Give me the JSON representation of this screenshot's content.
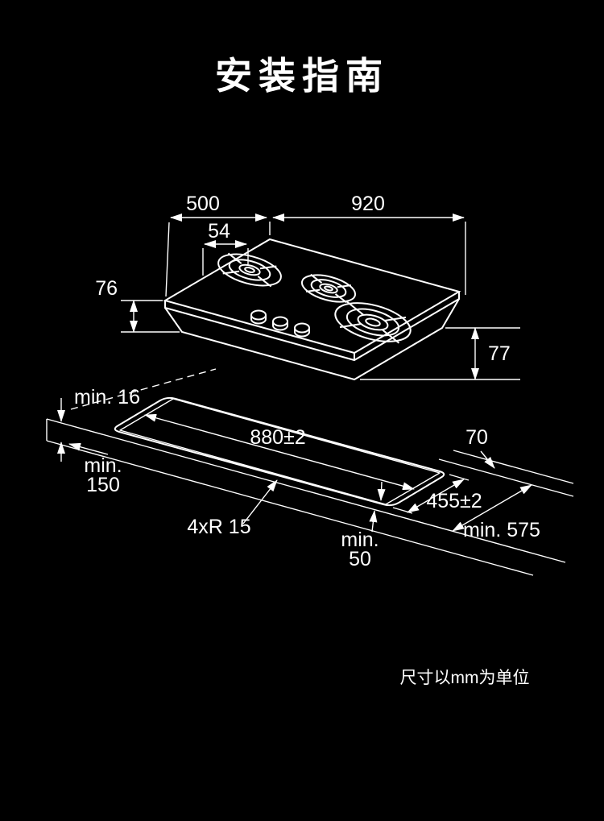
{
  "page": {
    "title": "安装指南",
    "unit_note": "尺寸以mm为单位",
    "background_color": "#000000",
    "line_color": "#ffffff"
  },
  "diagram": {
    "description": "Isometric installation drawing of a 3-burner gas hob above a worktop cutout, all dimensions in mm",
    "labels": {
      "hob_depth": "500",
      "burner_edge_offset": "54",
      "hob_width": "920",
      "hob_height_left": "76",
      "hob_height_right": "77",
      "worktop_min_thickness": "min. 16",
      "rear_clearance_word": "min.",
      "rear_clearance_value": "150",
      "cutout_width": "880±2",
      "rear_edge_distance": "70",
      "cutout_depth": "455±2",
      "cutout_corner_radius": "4xR 15",
      "front_clearance_word": "min.",
      "front_clearance_value": "50",
      "worktop_min_depth": "min. 575"
    }
  }
}
